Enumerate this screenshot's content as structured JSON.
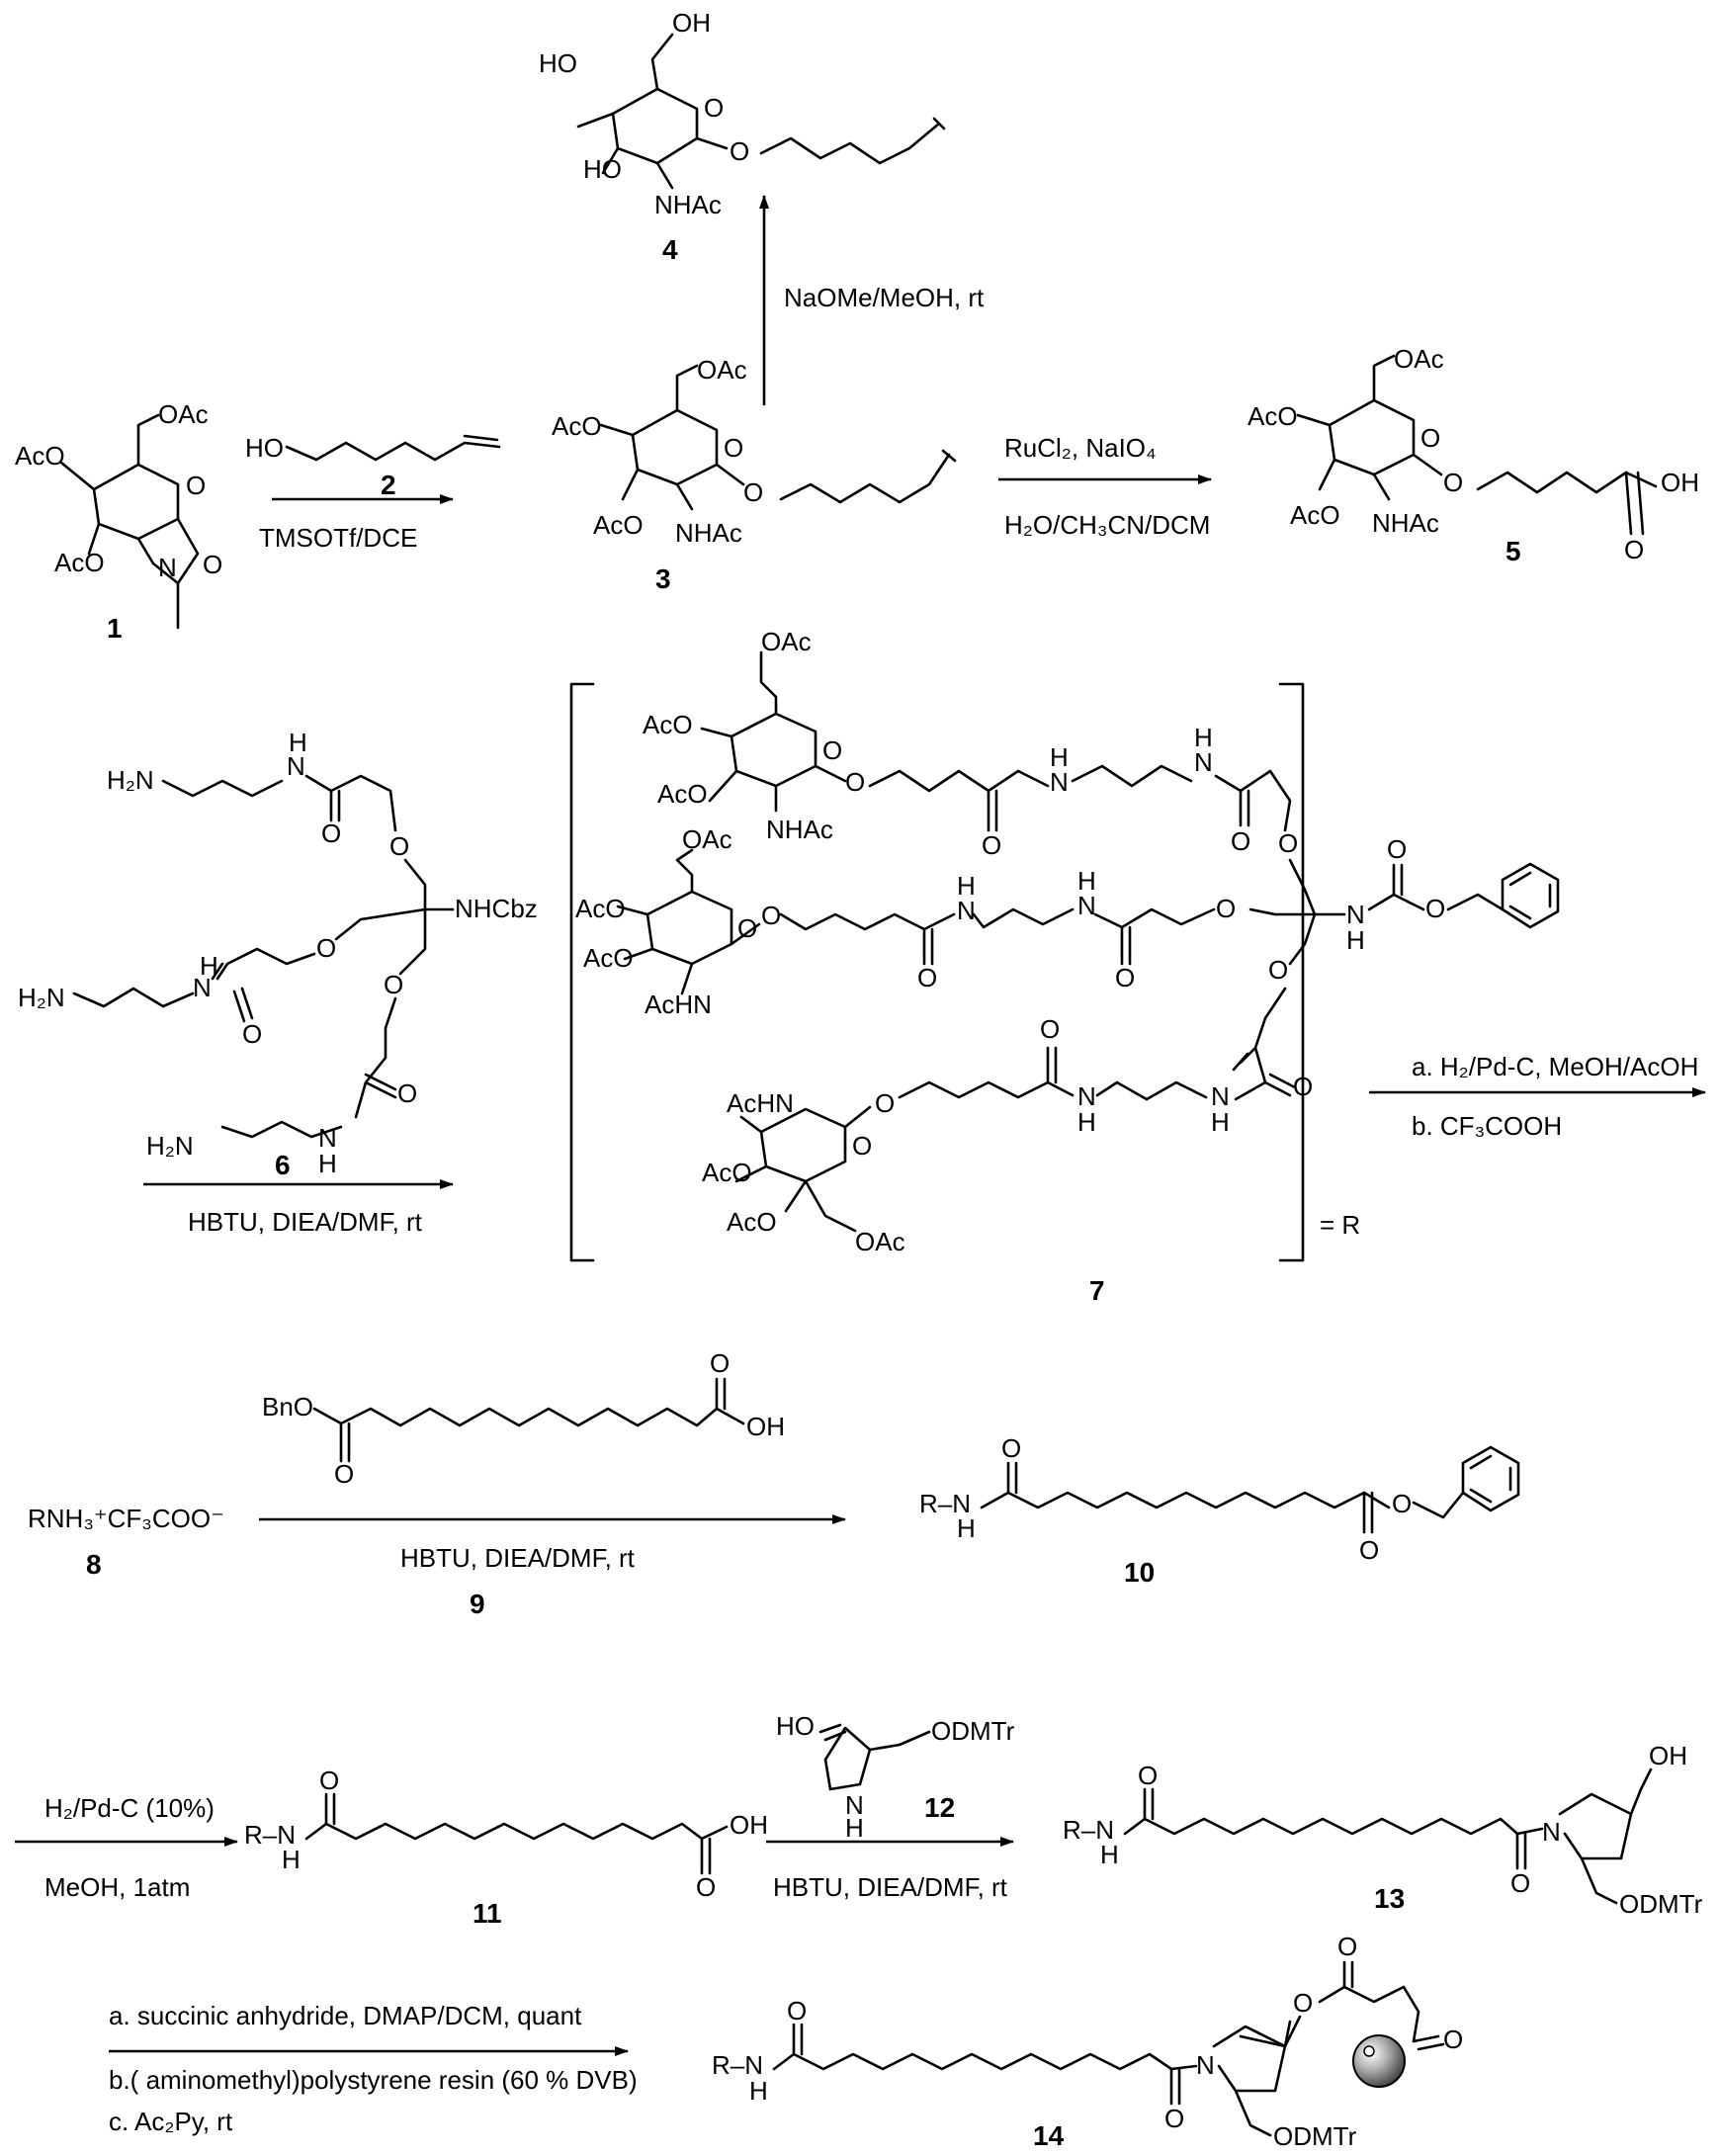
{
  "compounds": {
    "c1": "1",
    "c2": "2",
    "c3": "3",
    "c4": "4",
    "c5": "5",
    "c6": "6",
    "c7": "7",
    "c8": "8",
    "c9": "9",
    "c10": "10",
    "c11": "11",
    "c12": "12",
    "c13": "13",
    "c14": "14"
  },
  "groups": {
    "oac": "OAc",
    "aco": "AcO",
    "ho": "HO",
    "oh": "OH",
    "o": "O",
    "n": "N",
    "nhac": "NHAc",
    "achn": "AcHN",
    "h2n": "H₂N",
    "h": "H",
    "nhcbz": "NHCbz",
    "eq_r": "= R",
    "r_n": "R–N",
    "bno": "BnO",
    "odmtr": "ODMTr",
    "salt": "RNH₃⁺CF₃COO⁻"
  },
  "conditions": {
    "step_4": "NaOMe/MeOH, rt",
    "step_3": "TMSOTf/DCE",
    "step_5_top": "RuCl₂, NaIO₄",
    "step_5_bottom": "H₂O/CH₃CN/DCM",
    "step_7": "HBTU, DIEA/DMF, rt",
    "step_8_a": "a. H₂/Pd-C, MeOH/AcOH",
    "step_8_b": "b. CF₃COOH",
    "step_10": "HBTU, DIEA/DMF, rt",
    "step_11_top": "H₂/Pd-C (10%)",
    "step_11_bottom": "MeOH, 1atm",
    "step_13": "HBTU, DIEA/DMF, rt",
    "step_14_a": "a. succinic anhydride, DMAP/DCM, quant",
    "step_14_b": "b.( aminomethyl)polystyrene resin (60 % DVB)",
    "step_14_c": "c. Ac₂Py, rt"
  }
}
